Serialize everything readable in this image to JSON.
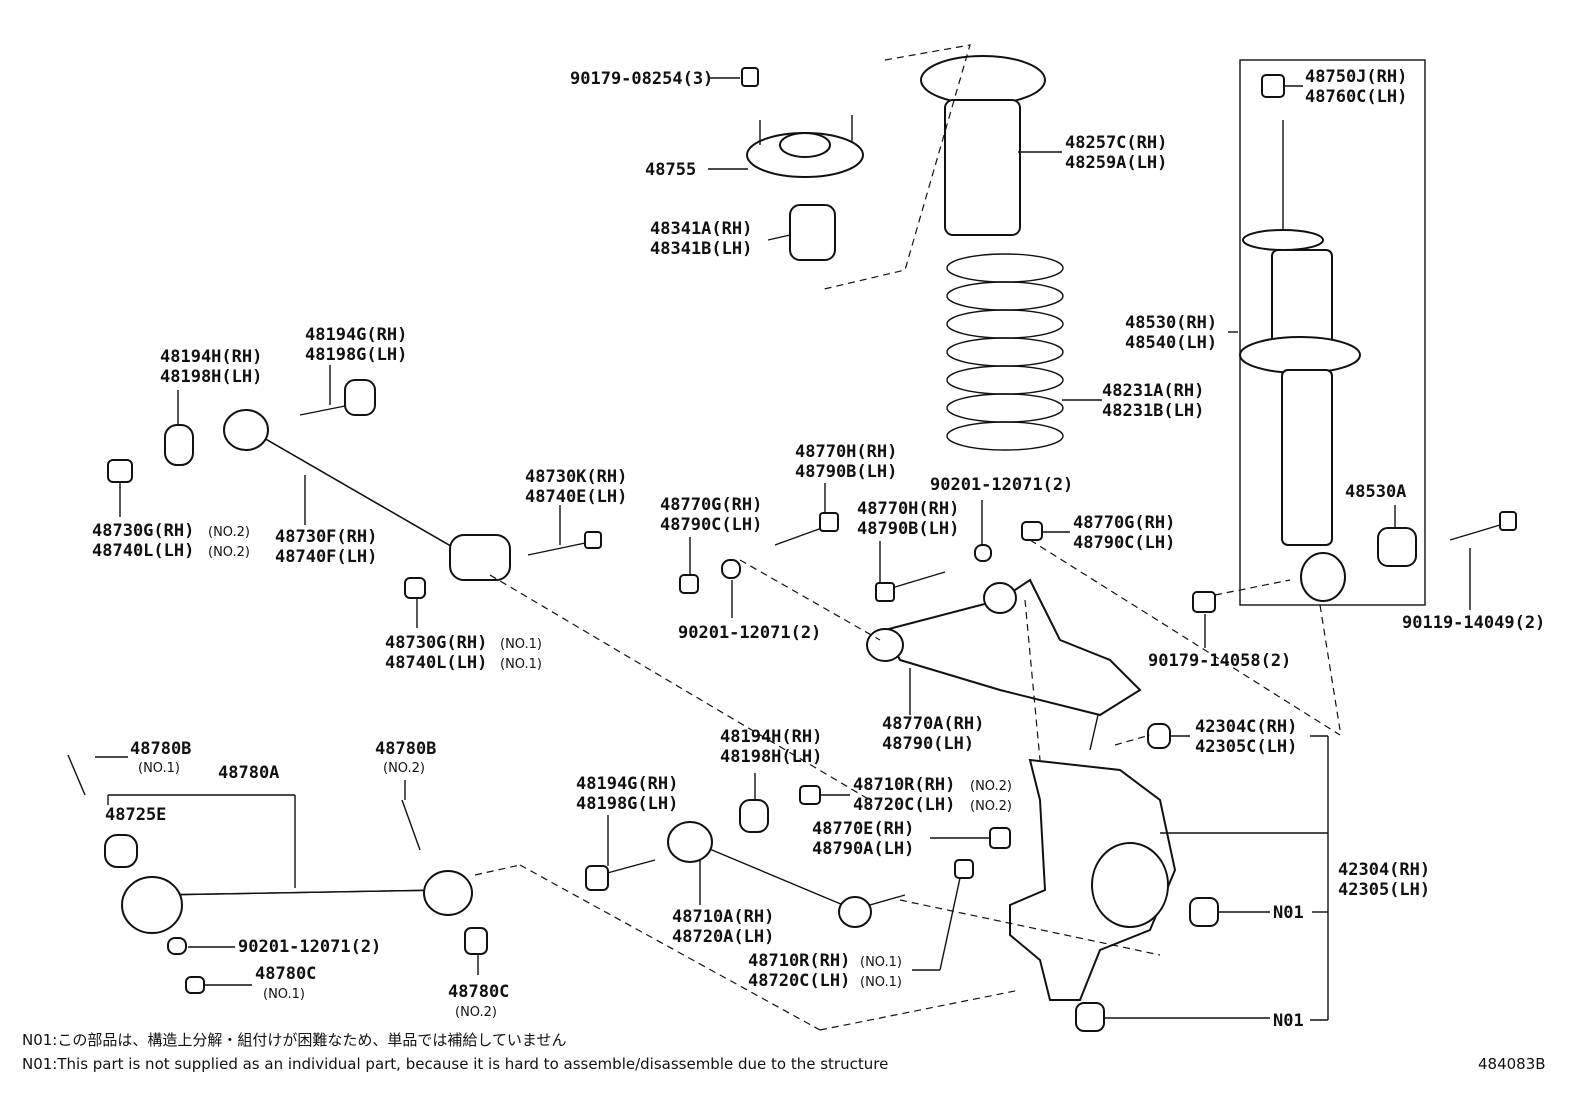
{
  "diagram_code": "484083B",
  "notes": {
    "jp": "N01:この部品は、構造上分解・組付けが困難なため、単品では補給していません",
    "en": "N01:This part is not supplied as an individual part, because it is hard to assemble/disassemble due to the structure"
  },
  "labels": {
    "p90179_08254": "90179-08254(3)",
    "p48755": "48755",
    "p48341A": "48341A(RH)",
    "p48341B": "48341B(LH)",
    "p48257C": "48257C(RH)",
    "p48259A": "48259A(LH)",
    "p48750J": "48750J(RH)",
    "p48760C": "48760C(LH)",
    "p48530": "48530(RH)",
    "p48540": "48540(LH)",
    "p48231A": "48231A(RH)",
    "p48231B": "48231B(LH)",
    "p48530A": "48530A",
    "p90119_14049": "90119-14049(2)",
    "p90179_14058": "90179-14058(2)",
    "p90201_a": "90201-12071(2)",
    "p90201_b": "90201-12071(2)",
    "p90201_c": "90201-12071(2)",
    "p48194G_a": "48194G(RH)",
    "p48198G_a": "48198G(LH)",
    "p48194H_a": "48194H(RH)",
    "p48198H_a": "48198H(LH)",
    "p48730G_a": "48730G(RH)",
    "p48740L_a": "48740L(LH)",
    "no2_a": "(NO.2)",
    "no2_b": "(NO.2)",
    "p48730F": "48730F(RH)",
    "p48740F": "48740F(LH)",
    "p48730K": "48730K(RH)",
    "p48740E": "48740E(LH)",
    "p48730G_b": "48730G(RH)",
    "p48740L_b": "48740L(LH)",
    "no1_a": "(NO.1)",
    "no1_b": "(NO.1)",
    "p48770G_a": "48770G(RH)",
    "p48790C_a": "48790C(LH)",
    "p48770H_a": "48770H(RH)",
    "p48790B_a": "48790B(LH)",
    "p48770H_b": "48770H(RH)",
    "p48790B_b": "48790B(LH)",
    "p48770G_b": "48770G(RH)",
    "p48790C_b": "48790C(LH)",
    "p48770A": "48770A(RH)",
    "p48790": "48790(LH)",
    "p42304C": "42304C(RH)",
    "p42305C": "42305C(LH)",
    "p42304": "42304(RH)",
    "p42305": "42305(LH)",
    "p48194H_b": "48194H(RH)",
    "p48198H_b": "48198H(LH)",
    "p48710R_a": "48710R(RH)",
    "p48720C_a": "48720C(LH)",
    "no2_c": "(NO.2)",
    "no2_d": "(NO.2)",
    "p48770E": "48770E(RH)",
    "p48790A": "48790A(LH)",
    "p48194G_b": "48194G(RH)",
    "p48198G_b": "48198G(LH)",
    "p48710A": "48710A(RH)",
    "p48720A": "48720A(LH)",
    "p48710R_b": "48710R(RH)",
    "p48720C_b": "48720C(LH)",
    "no1_c": "(NO.1)",
    "no1_d": "(NO.1)",
    "p48780B_a": "48780B",
    "no1_e": "(NO.1)",
    "p48780A": "48780A",
    "p48780B_b": "48780B",
    "no2_e": "(NO.2)",
    "p48725E": "48725E",
    "p48780C_a": "48780C",
    "no1_f": "(NO.1)",
    "p48780C_b": "48780C",
    "no2_f": "(NO.2)",
    "n01_a": "N01",
    "n01_b": "N01"
  }
}
